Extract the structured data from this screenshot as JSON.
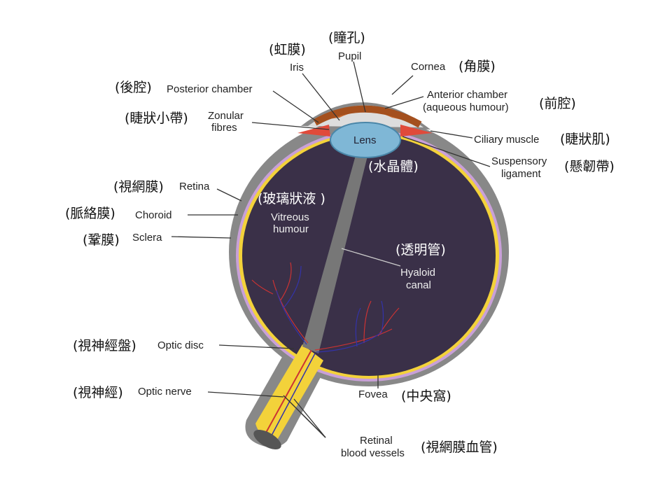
{
  "labels": {
    "pupil": {
      "en": "Pupil",
      "zh": "(瞳孔)"
    },
    "iris": {
      "en": "Iris",
      "zh": "(虹膜)"
    },
    "cornea": {
      "en": "Cornea",
      "zh": "(角膜)"
    },
    "posterior_chamber": {
      "en": "Posterior chamber",
      "zh": "(後腔)"
    },
    "anterior_chamber": {
      "en1": "Anterior chamber",
      "en2": "(aqueous humour)",
      "zh": "(前腔)"
    },
    "zonular_fibres": {
      "en1": "Zonular",
      "en2": "fibres",
      "zh": "(睫狀小帶)"
    },
    "ciliary_muscle": {
      "en": "Ciliary muscle",
      "zh": "(睫狀肌)"
    },
    "suspensory_ligament": {
      "en1": "Suspensory",
      "en2": "ligament",
      "zh": "(懸韌帶)"
    },
    "lens": {
      "en": "Lens",
      "zh": "(水晶體)"
    },
    "retina": {
      "en": "Retina",
      "zh": "(視網膜)"
    },
    "vitreous": {
      "en1": "Vitreous",
      "en2": "humour",
      "zh": "(玻璃狀液 )"
    },
    "choroid": {
      "en": "Choroid",
      "zh": "(脈絡膜)"
    },
    "sclera": {
      "en": "Sclera",
      "zh": "(鞏膜)"
    },
    "hyaloid": {
      "en1": "Hyaloid",
      "en2": "canal",
      "zh": "(透明管)"
    },
    "optic_disc": {
      "en": "Optic disc",
      "zh": "(視神經盤)"
    },
    "optic_nerve": {
      "en": "Optic nerve",
      "zh": "(視神經)"
    },
    "fovea": {
      "en": "Fovea",
      "zh": "(中央窩)"
    },
    "retinal_vessels": {
      "en1": "Retinal",
      "en2": "blood vessels",
      "zh": "(視網膜血管)"
    }
  }
}
